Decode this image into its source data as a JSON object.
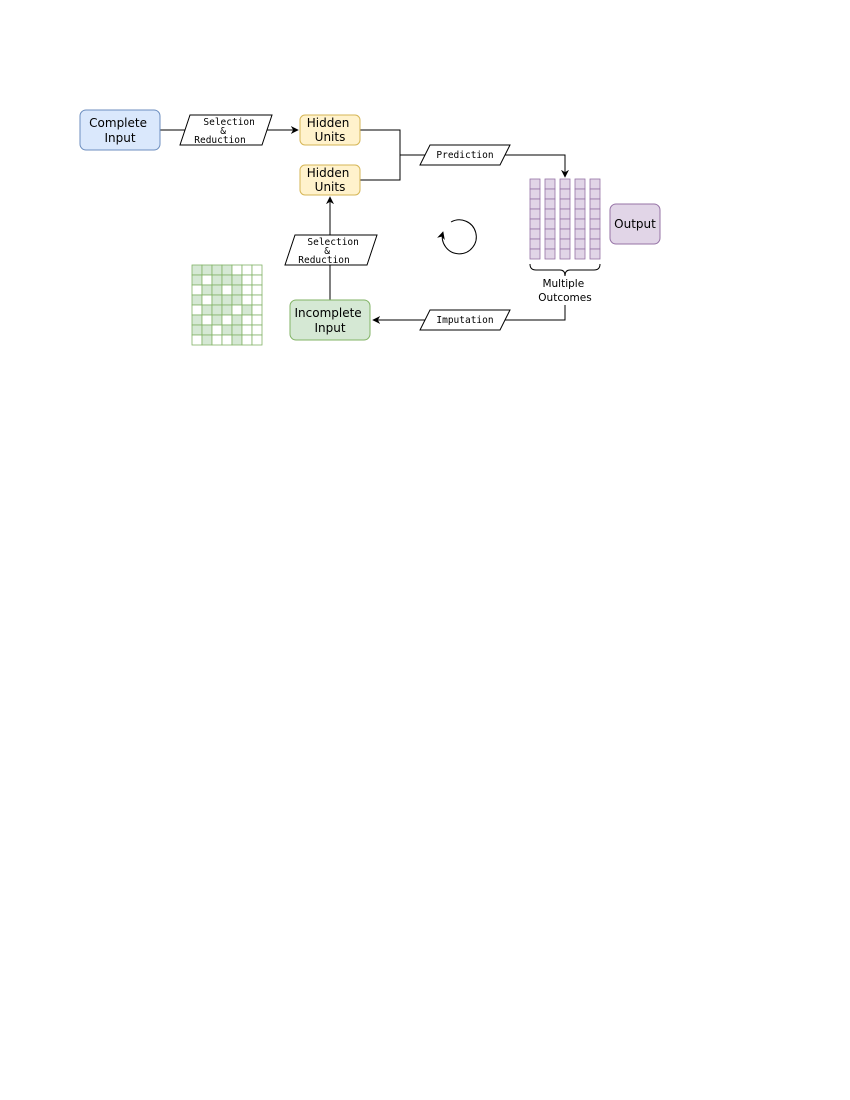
{
  "nodes": {
    "complete_input": [
      "Complete",
      "Input"
    ],
    "hidden_units_top": [
      "Hidden",
      "Units"
    ],
    "hidden_units_bottom": [
      "Hidden",
      "Units"
    ],
    "incomplete_input": [
      "Incomplete",
      "Input"
    ],
    "output": "Output"
  },
  "labels": {
    "selection_reduction_top": [
      "Selection",
      "&",
      "Reduction"
    ],
    "selection_reduction_bottom": [
      "Selection",
      "&",
      "Reduction"
    ],
    "prediction": "Prediction",
    "imputation": "Imputation"
  },
  "outcomes_caption": [
    "Multiple",
    "Outcomes"
  ],
  "missing_grid": [
    [
      1,
      1,
      1,
      1,
      0,
      0,
      0
    ],
    [
      1,
      0,
      1,
      1,
      1,
      0,
      0
    ],
    [
      0,
      1,
      1,
      0,
      1,
      0,
      0
    ],
    [
      1,
      0,
      1,
      1,
      1,
      0,
      0
    ],
    [
      0,
      1,
      1,
      1,
      0,
      1,
      0
    ],
    [
      1,
      0,
      1,
      0,
      1,
      0,
      0
    ],
    [
      1,
      1,
      0,
      1,
      1,
      0,
      0
    ],
    [
      0,
      1,
      0,
      0,
      1,
      0,
      0
    ]
  ],
  "colors": {
    "blue_fill": "#dae8fc",
    "blue_stroke": "#6c8ebf",
    "yellow_fill": "#fff2cc",
    "yellow_stroke": "#d6b656",
    "green_fill": "#d5e8d4",
    "green_stroke": "#82b366",
    "purple_fill": "#e1d5e7",
    "purple_stroke": "#9673a6"
  }
}
